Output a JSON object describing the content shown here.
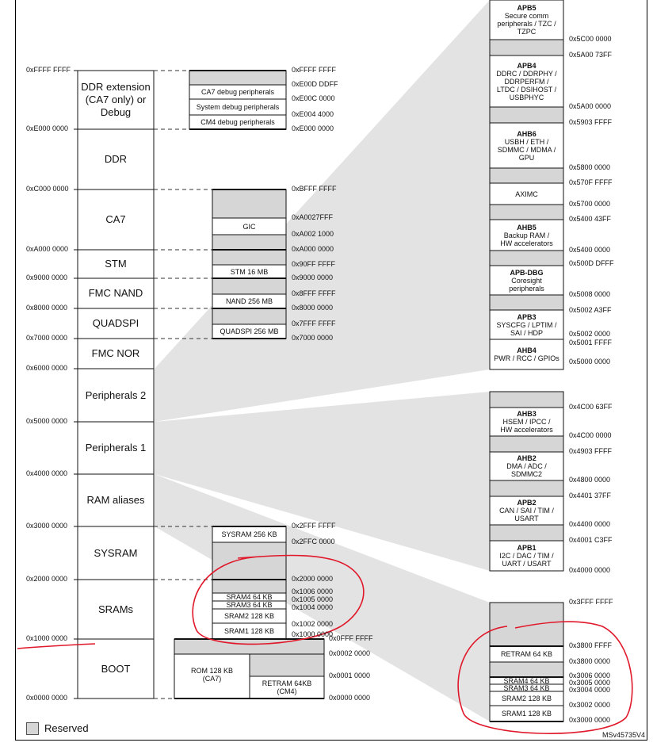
{
  "main_map": {
    "blocks": [
      {
        "name": "ddr-extension",
        "label": "DDR extension (CA7 only) or Debug"
      },
      {
        "name": "ddr",
        "label": "DDR"
      },
      {
        "name": "ca7",
        "label": "CA7"
      },
      {
        "name": "stm",
        "label": "STM"
      },
      {
        "name": "fmc-nand",
        "label": "FMC NAND"
      },
      {
        "name": "quadspi",
        "label": "QUADSPI"
      },
      {
        "name": "fmc-nor",
        "label": "FMC NOR"
      },
      {
        "name": "peripherals-2",
        "label": "Peripherals 2"
      },
      {
        "name": "peripherals-1",
        "label": "Peripherals 1"
      },
      {
        "name": "ram-aliases",
        "label": "RAM aliases"
      },
      {
        "name": "sysram",
        "label": "SYSRAM"
      },
      {
        "name": "srams",
        "label": "SRAMs"
      },
      {
        "name": "boot",
        "label": "BOOT"
      }
    ],
    "addresses": [
      "0xFFFF FFFF",
      "0xE000 0000",
      "0xC000 0000",
      "0xA000 0000",
      "0x9000 0000",
      "0x8000 0000",
      "0x7000 0000",
      "0x6000 0000",
      "0x5000 0000",
      "0x4000 0000",
      "0x3000 0000",
      "0x2000 0000",
      "0x1000 0000",
      "0x0000 0000"
    ]
  },
  "detail_ddr_ext": {
    "boxes": [
      "CA7 debug peripherals",
      "System debug peripherals",
      "CM4 debug peripherals"
    ],
    "addresses": [
      "0xFFFF FFFF",
      "0xE00D DDFF",
      "0xE00C 0000",
      "0xE004 4000",
      "0xE000 0000"
    ]
  },
  "detail_ca7": {
    "boxes": [
      "GIC",
      "STM 16 MB",
      "NAND 256 MB",
      "QUADSPI 256 MB"
    ],
    "addresses": [
      "0xBFFF FFFF",
      "0xA0027FFF",
      "0xA002 1000",
      "0xA000 0000",
      "0x90FF FFFF",
      "0x9000 0000",
      "0x8FFF FFFF",
      "0x8000 0000",
      "0x7FFF FFFF",
      "0x7000 0000"
    ]
  },
  "detail_sysram": {
    "boxes": [
      "SYSRAM 256 KB",
      "SRAM4 64 KB",
      "SRAM3 64 KB",
      "SRAM2 128 KB",
      "SRAM1 128 KB"
    ],
    "addresses": [
      "0x2FFF FFFF",
      "0x2FFC 0000",
      "0x2000 0000",
      "0x1006 0000",
      "0x1005 0000",
      "0x1004 0000",
      "0x1002 0000",
      "0x1000 0000"
    ]
  },
  "detail_boot": {
    "boxes": [
      "ROM 128 KB",
      "(CA7)",
      "RETRAM 64KB",
      "(CM4)"
    ],
    "addresses": [
      "0x0FFF FFFF",
      "0x0002 0000",
      "0x0001 0000",
      "0x0000 0000"
    ]
  },
  "periph2": {
    "blocks": [
      {
        "title": "APB5",
        "lines": [
          "Secure comm",
          "peripherals / TZC /",
          "TZPC"
        ]
      },
      {
        "title": "APB4",
        "lines": [
          "DDRC / DDRPHY /",
          "DDRPERFM /",
          "LTDC / DSIHOST /",
          "USBPHYC"
        ]
      },
      {
        "title": "AHB6",
        "lines": [
          "USBH / ETH /",
          "SDMMC / MDMA /",
          "GPU"
        ]
      },
      {
        "title": "",
        "lines": [
          "AXIMC"
        ]
      },
      {
        "title": "AHB5",
        "lines": [
          "Backup RAM /",
          "HW accelerators"
        ]
      },
      {
        "title": "APB-DBG",
        "lines": [
          "Coresight",
          "peripherals"
        ]
      },
      {
        "title": "APB3",
        "lines": [
          "SYSCFG / LPTIM /",
          "SAI / HDP"
        ]
      },
      {
        "title": "AHB4",
        "lines": [
          "PWR / RCC / GPIOs"
        ]
      }
    ],
    "addresses": [
      "0x5C00 0000",
      "0x5A00 73FF",
      "0x5A00 0000",
      "0x5903 FFFF",
      "0x5800 0000",
      "0x570F FFFF",
      "0x5700 0000",
      "0x5400 43FF",
      "0x5400 0000",
      "0x500D DFFF",
      "0x5008 0000",
      "0x5002 A3FF",
      "0x5002 0000",
      "0x5001 FFFF",
      "0x5000 0000"
    ]
  },
  "periph1": {
    "blocks": [
      {
        "title": "AHB3",
        "lines": [
          "HSEM / IPCC /",
          "HW accelerators"
        ]
      },
      {
        "title": "AHB2",
        "lines": [
          "DMA / ADC /",
          "SDMMC2"
        ]
      },
      {
        "title": "APB2",
        "lines": [
          "CAN / SAI / TIM /",
          "USART"
        ]
      },
      {
        "title": "APB1",
        "lines": [
          "I2C / DAC / TIM /",
          "UART / USART"
        ]
      }
    ],
    "addresses": [
      "0x4C00 63FF",
      "0x4C00 0000",
      "0x4903 FFFF",
      "0x4800 0000",
      "0x4401 37FF",
      "0x4400 0000",
      "0x4001 C3FF",
      "0x4000 0000"
    ]
  },
  "ram_alias": {
    "boxes": [
      "RETRAM 64 KB",
      "SRAM4 64 KB",
      "SRAM3 64 KB",
      "SRAM2 128 KB",
      "SRAM1 128 KB"
    ],
    "addresses": [
      "0x3FFF FFFF",
      "0x3800 FFFF",
      "0x3800 0000",
      "0x3006 0000",
      "0x3005 0000",
      "0x3004 0000",
      "0x3002 0000",
      "0x3000 0000"
    ]
  },
  "legend": {
    "label": "Reserved"
  },
  "doc_id": "MSv45735V4",
  "colors": {
    "reserved": "#d6d6d6",
    "zoom": "#e3e3e3",
    "annotation": "#e0182a"
  }
}
